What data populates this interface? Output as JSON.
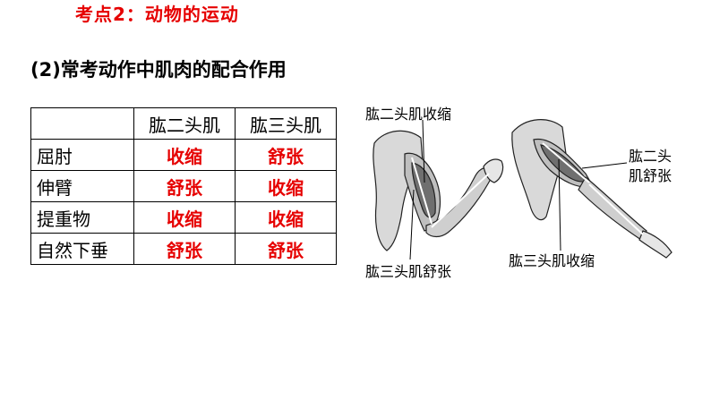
{
  "title": "考点2：动物的运动",
  "subtitle": "(2)常考动作中肌肉的配合作用",
  "table": {
    "headers": [
      "",
      "肱二头肌",
      "肱三头肌"
    ],
    "rows": [
      {
        "action": "屈肘",
        "biceps": "收缩",
        "triceps": "舒张"
      },
      {
        "action": "伸臂",
        "biceps": "舒张",
        "triceps": "收缩"
      },
      {
        "action": "提重物",
        "biceps": "收缩",
        "triceps": "收缩"
      },
      {
        "action": "自然下垂",
        "biceps": "舒张",
        "triceps": "舒张"
      }
    ]
  },
  "figure": {
    "left_top_label": "肱二头肌收缩",
    "left_bottom_label": "肱三头肌舒张",
    "right_top_label_line1": "肱二头",
    "right_top_label_line2": "肌舒张",
    "right_bottom_label": "肱三头肌收缩"
  },
  "colors": {
    "accent": "#e60000",
    "text": "#000000"
  }
}
